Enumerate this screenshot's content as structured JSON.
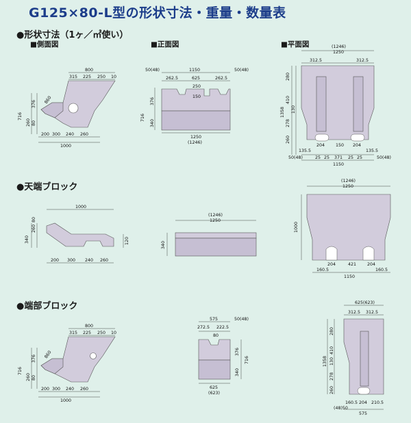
{
  "title": "G125×80-L型の形状寸法・重量・数量表",
  "sections": {
    "shape": "●形状寸法（1ヶ／㎡使い）",
    "top_block": "●天端ブロック",
    "end_block": "●端部ブロック"
  },
  "views": {
    "side": "■側面図",
    "front": "■正面図",
    "plan": "■平面図"
  },
  "dims": {
    "s1": {
      "top_total": "800",
      "t1": "315",
      "t2": "225",
      "t3": "250",
      "t4": "10",
      "h_total": "716",
      "h1": "376",
      "h2": "80",
      "h3": "260",
      "slope": "860",
      "b1": "200",
      "b2": "300",
      "b3": "240",
      "b4": "260",
      "b_total": "1000"
    },
    "f1": {
      "top": "1150",
      "l": "50(48)",
      "r": "50(48)",
      "a": "262.5",
      "b": "625",
      "c": "262.5",
      "d": "250",
      "e": "150",
      "h_total": "716",
      "h1": "376",
      "h2": "340",
      "bot": "1250",
      "bot2": "(1246)"
    },
    "p1": {
      "top2": "(1246)",
      "top": "1250",
      "a": "312.5",
      "b": "312.5",
      "h_total": "1358",
      "h1": "280",
      "h2": "410",
      "h3": "130",
      "h4": "278",
      "h5": "260",
      "c1": "204",
      "c2": "150",
      "c3": "204",
      "e1": "135.5",
      "e2": "135.5",
      "r1": "25",
      "r2": "25",
      "r3": "371",
      "r4": "25",
      "r5": "25",
      "l": "50(48)",
      "r": "50(48)",
      "bot": "1150"
    },
    "s2": {
      "top": "1000",
      "h1": "260",
      "h2": "80",
      "h3": "340",
      "h4": "120",
      "b1": "200",
      "b2": "300",
      "b3": "240",
      "b4": "260"
    },
    "f2": {
      "top2": "(1246)",
      "top": "1250",
      "h": "340"
    },
    "p2": {
      "top2": "(1246)",
      "top": "1250",
      "h": "1000",
      "a": "204",
      "b": "421",
      "c": "204",
      "l": "160.5",
      "r": "160.5",
      "bot": "1150"
    },
    "s3": {
      "top_total": "800",
      "t1": "315",
      "t2": "225",
      "t3": "250",
      "t4": "10",
      "h_total": "716",
      "h1": "376",
      "h2": "80",
      "h3": "260",
      "slope": "860",
      "b1": "200",
      "b2": "300",
      "b3": "240",
      "b4": "260",
      "b_total": "1000"
    },
    "f3": {
      "top": "575",
      "r": "50(48)",
      "a": "272.5",
      "b": "222.5",
      "c": "80",
      "h1": "376",
      "h_total": "716",
      "h2": "340",
      "bot": "625",
      "bot2": "(623)"
    },
    "p3": {
      "top": "625(623)",
      "a": "312.5",
      "b": "312.5",
      "h_total": "1358",
      "h1": "280",
      "h2": "410",
      "h3": "130",
      "h4": "278",
      "h5": "260",
      "b1": "160.5",
      "b2": "204",
      "b3": "210.5",
      "l": "(48)50",
      "bot": "575"
    }
  }
}
